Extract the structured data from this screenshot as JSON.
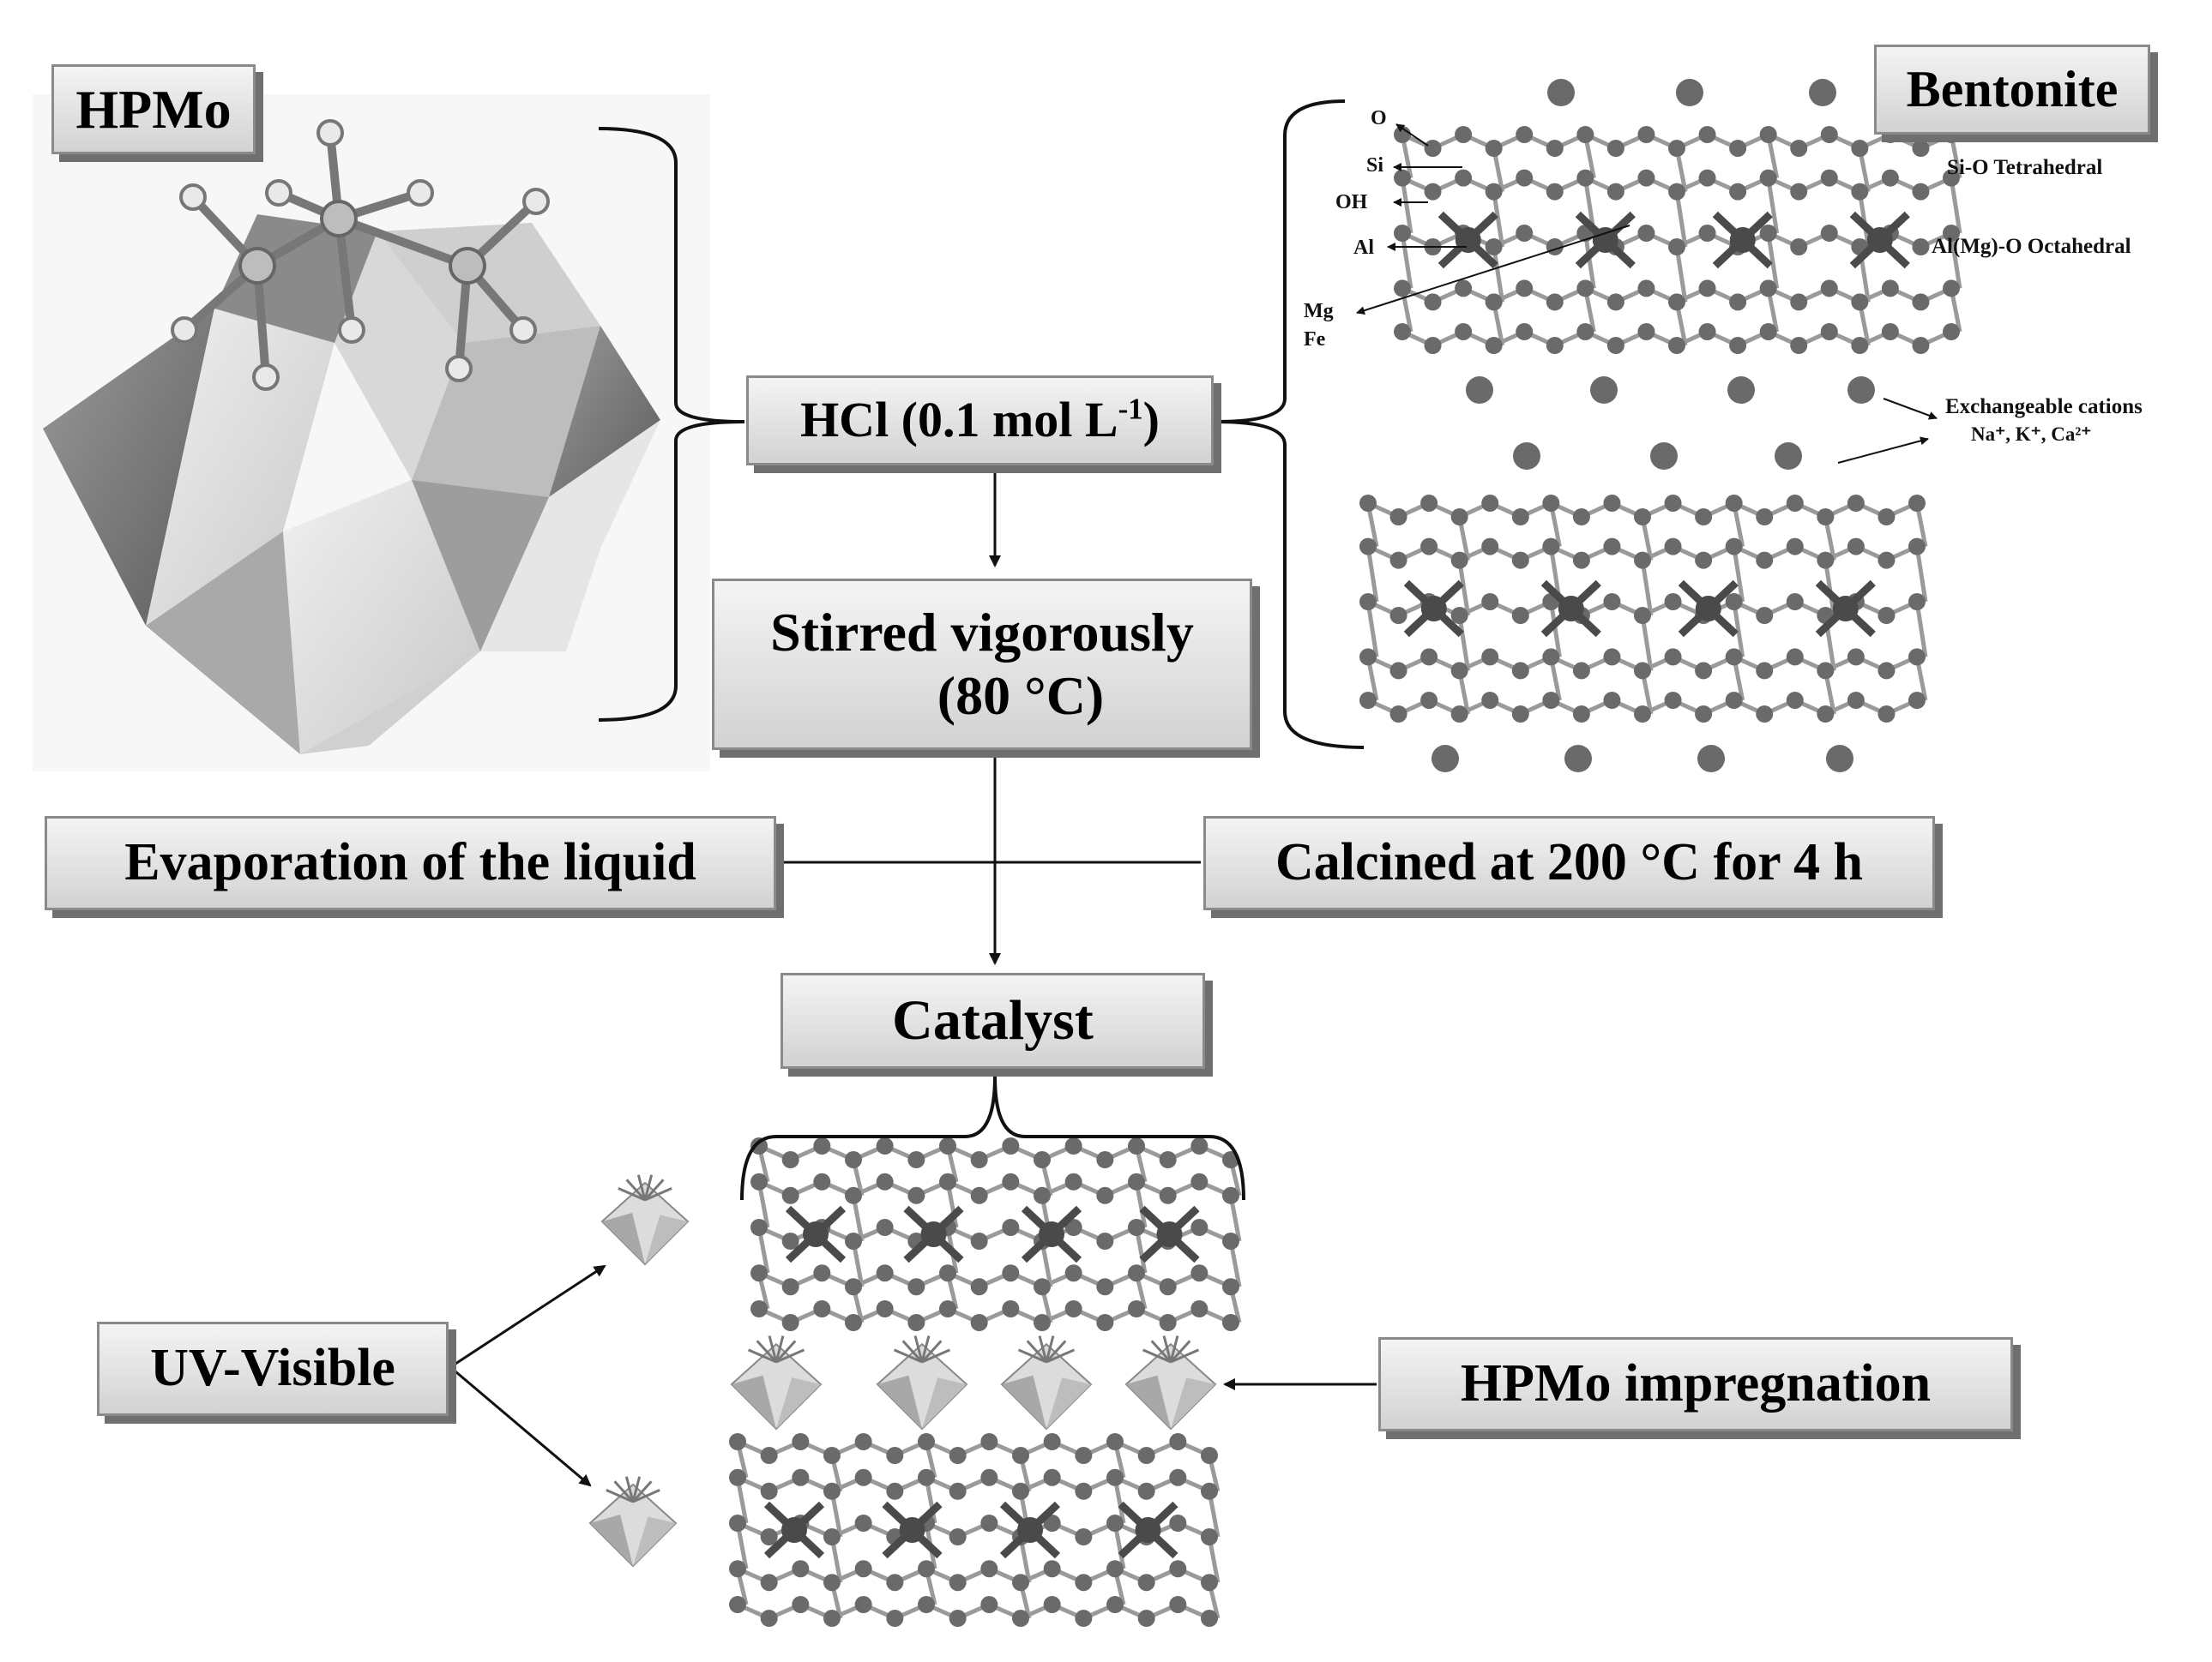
{
  "boxes": {
    "hpmo_title": "HPMo",
    "bentonite_title": "Bentonite",
    "hcl_main": "HCl (0.1 mol L",
    "hcl_sup": "-1",
    "hcl_close": ")",
    "stirred_line1": "Stirred vigorously",
    "stirred_line2": "(80 °C)",
    "evaporation": "Evaporation of the liquid",
    "calcined": "Calcined at 200 °C for 4 h",
    "catalyst": "Catalyst",
    "uv_visible": "UV-Visible",
    "impregnation": "HPMo impregnation"
  },
  "bentonite_labels": {
    "o": "O",
    "si": "Si",
    "oh": "OH",
    "al": "Al",
    "mg": "Mg",
    "fe": "Fe",
    "tetrahedral": "Si-O Tetrahedral",
    "octahedral": "Al(Mg)-O Octahedral",
    "exchangeable": "Exchangeable cations",
    "cations": "Na⁺, K⁺, Ca²⁺"
  },
  "colors": {
    "box_fill": "#e4e4e4",
    "box_shadow": "#6f6f6f",
    "atom": "#6a6a6a",
    "bond": "#9a9a9a",
    "octahedral_center": "#4a4a4a"
  }
}
